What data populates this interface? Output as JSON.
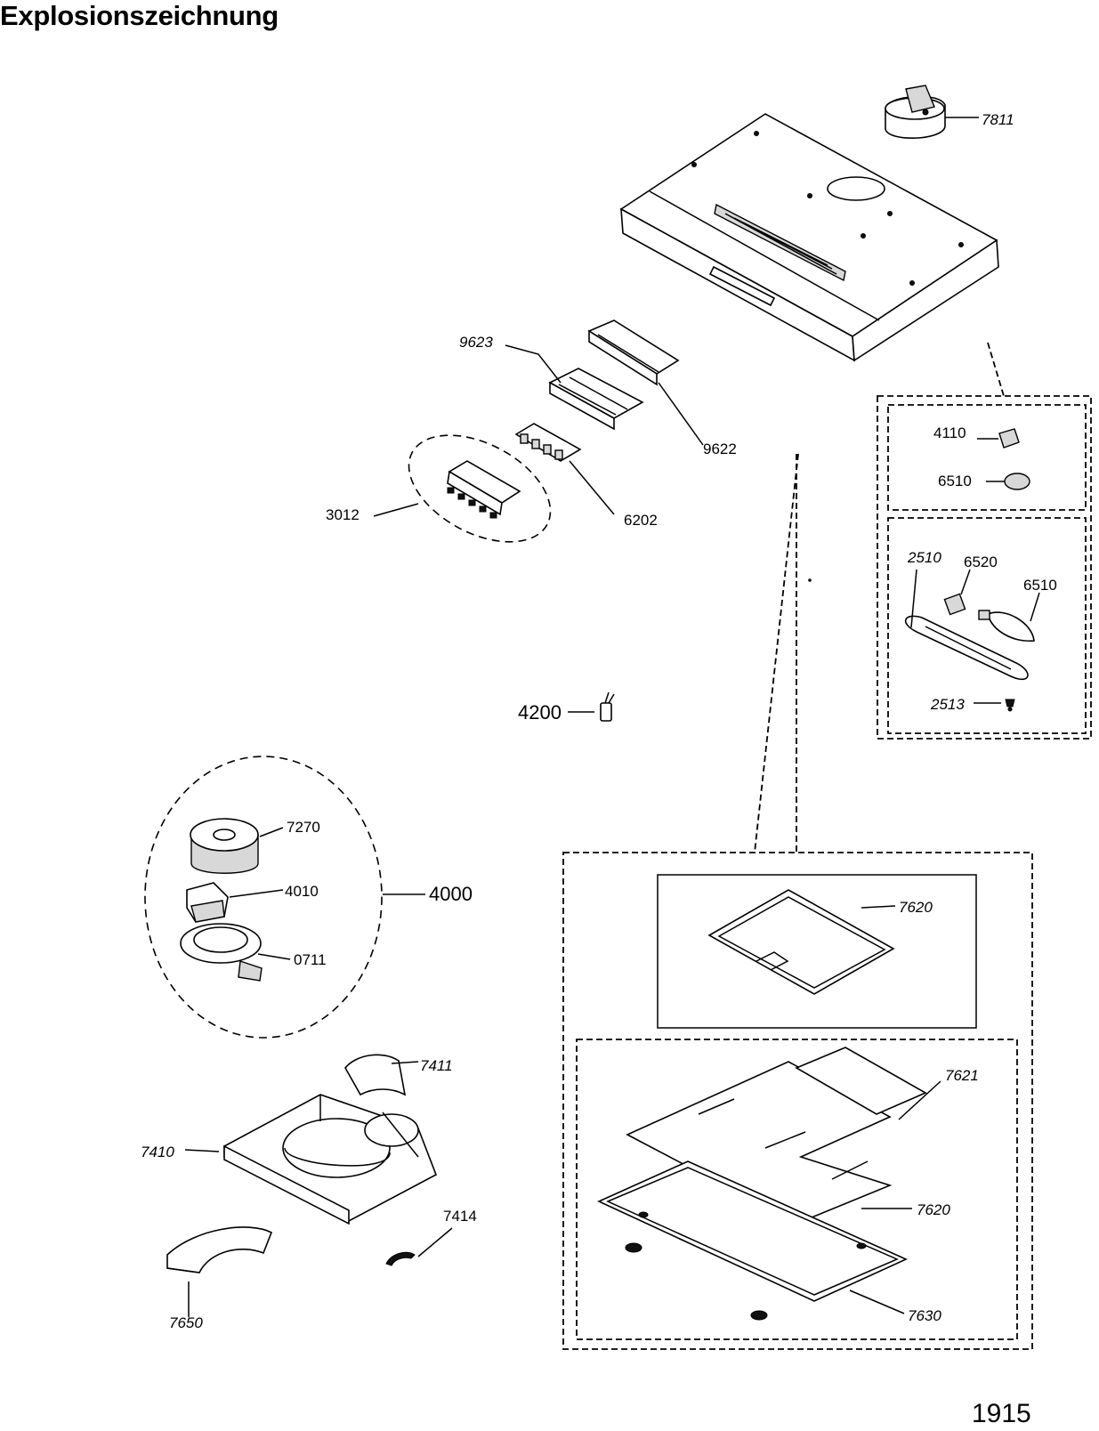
{
  "title": "Explosionszeichnung",
  "page_number": "1915",
  "labels": {
    "l7811": "7811",
    "l9623": "9623",
    "l9622": "9622",
    "l3012": "3012",
    "l6202": "6202",
    "l4110": "4110",
    "l6510a": "6510",
    "l2510": "2510",
    "l6520": "6520",
    "l6510b": "6510",
    "l2513": "2513",
    "l4200": "4200",
    "l7270": "7270",
    "l4010": "4010",
    "l4000": "4000",
    "l0711": "0711",
    "l7620a": "7620",
    "l7621": "7621",
    "l7620b": "7620",
    "l7630": "7630",
    "l7411": "7411",
    "l7410": "7410",
    "l7414": "7414",
    "l7650": "7650"
  }
}
